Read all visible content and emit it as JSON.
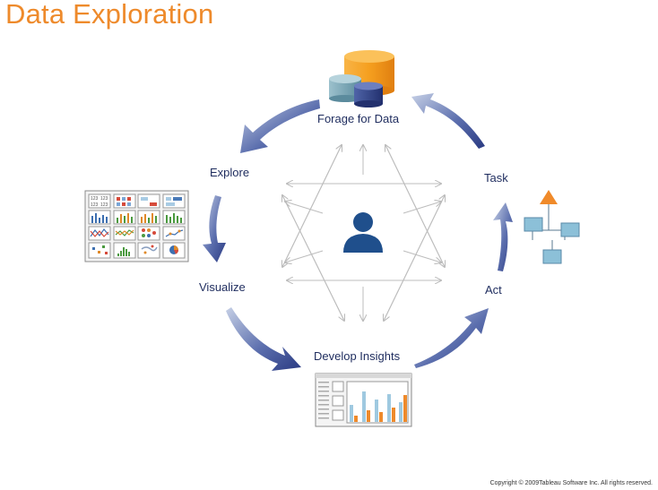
{
  "title": "Data Exploration",
  "stages": {
    "forage": "Forage for Data",
    "explore": "Explore",
    "visualize": "Visualize",
    "develop": "Develop Insights",
    "act": "Act",
    "task": "Task"
  },
  "thumbnail_grid": {
    "row1": [
      "123",
      "123",
      "123",
      "123"
    ]
  },
  "copyright": "Copyright © 2009Tableau Software Inc.  All rights reserved.",
  "colors": {
    "title": "#ee8a2b",
    "label": "#1e2c5e",
    "arrow": "#2e3d84",
    "user": "#1f4f8c",
    "database_orange": "#f59f1f",
    "database_teal": "#6f9fb0",
    "database_navy": "#2b3f86",
    "bar_blue": "#9fc9e0",
    "bar_orange": "#ee8a2b",
    "task_box": "#8cc0d8",
    "task_triangle": "#f08a2a"
  }
}
